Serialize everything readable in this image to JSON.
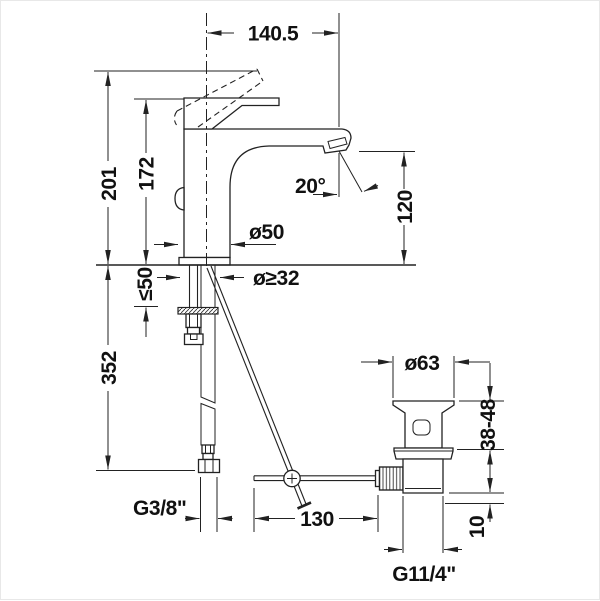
{
  "drawing": {
    "type": "technical-dimension-drawing",
    "subject": "single-lever basin mixer with pop-up waste",
    "units": "mm",
    "labels": {
      "overall_width": "140.5",
      "height_to_open_lever": "201",
      "height_to_lever": "172",
      "spray_angle": "20°",
      "spout_outlet_height": "120",
      "base_diameter": "ø50",
      "min_hole_diameter": "ø≥32",
      "max_mounting_thickness": "≤50",
      "length_below_deck": "352",
      "supply_connection_thread": "G3/8\"",
      "horizontal_rod_length": "130",
      "waste_flange_diameter": "ø63",
      "basin_clamping_range": "38-48",
      "locknut_offset": "10",
      "waste_thread": "G11/4\""
    }
  }
}
